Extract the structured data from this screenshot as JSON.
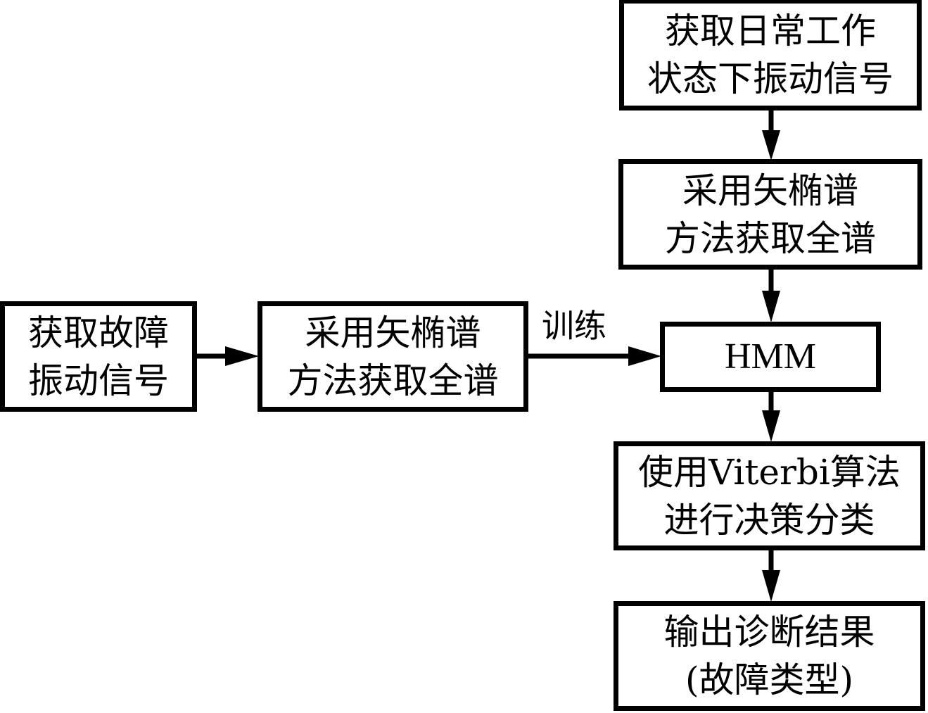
{
  "diagram": {
    "nodes": {
      "normal_signal": {
        "lines": [
          "获取日常工作",
          "状态下振动信号"
        ]
      },
      "normal_spectrum": {
        "lines": [
          "采用矢椭谱",
          "方法获取全谱"
        ]
      },
      "fault_signal": {
        "lines": [
          "获取故障",
          "振动信号"
        ]
      },
      "fault_spectrum": {
        "lines": [
          "采用矢椭谱",
          "方法获取全谱"
        ]
      },
      "hmm": {
        "lines": [
          "HMM"
        ]
      },
      "viterbi": {
        "lines": [
          "使用Viterbi算法",
          "进行决策分类"
        ]
      },
      "output": {
        "lines": [
          "输出诊断结果",
          "(故障类型)"
        ]
      }
    },
    "edges": [
      {
        "from": "normal_signal",
        "to": "normal_spectrum",
        "label": ""
      },
      {
        "from": "normal_spectrum",
        "to": "hmm",
        "label": ""
      },
      {
        "from": "fault_signal",
        "to": "fault_spectrum",
        "label": ""
      },
      {
        "from": "fault_spectrum",
        "to": "hmm",
        "label": "训练"
      },
      {
        "from": "hmm",
        "to": "viterbi",
        "label": ""
      },
      {
        "from": "viterbi",
        "to": "output",
        "label": ""
      }
    ],
    "train_label": "训练"
  }
}
